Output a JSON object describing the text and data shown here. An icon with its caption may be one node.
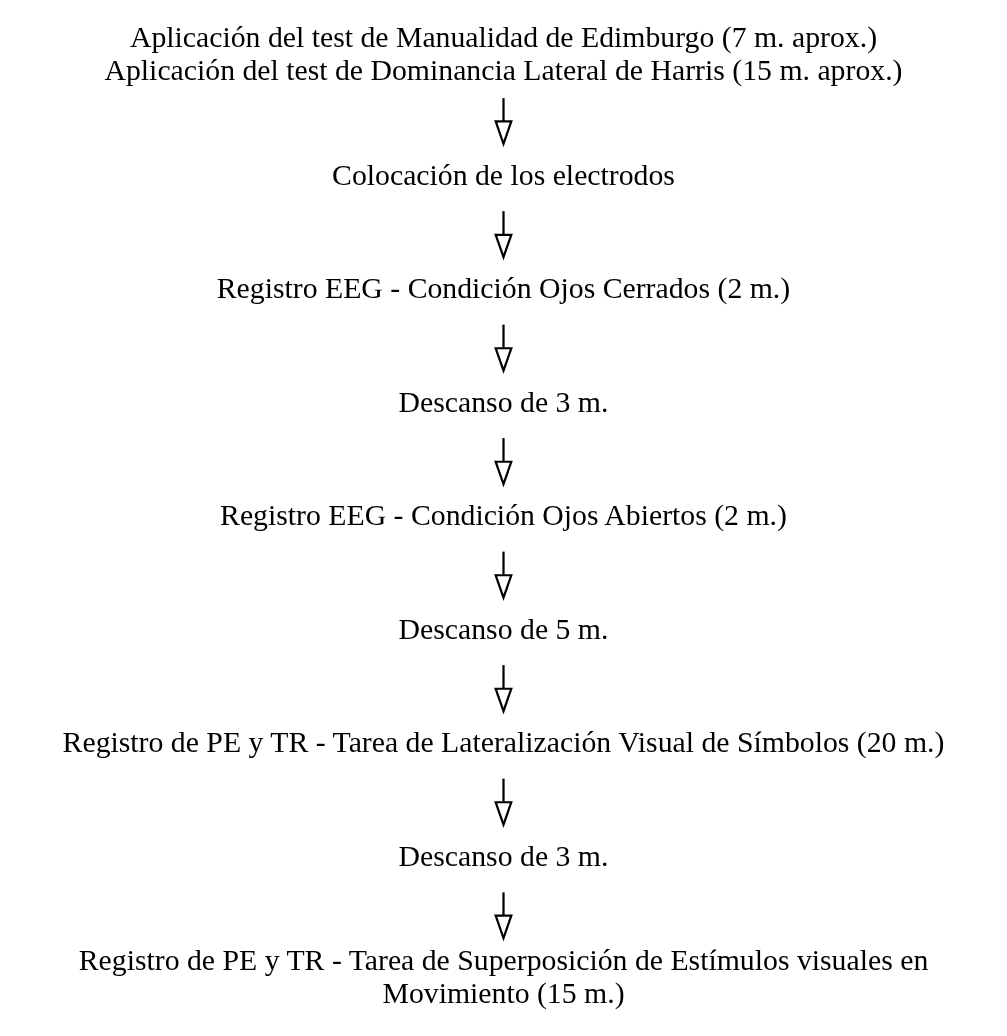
{
  "diagram": {
    "nodes": [
      {
        "text": [
          "Aplicación del test de Manualidad de Edimburgo (7 m. aprox.)",
          "Aplicación del test de Dominancia Lateral de Harris (15 m. aprox.)"
        ]
      },
      {
        "text": [
          "Colocación de los electrodos"
        ]
      },
      {
        "text": [
          "Registro EEG - Condición Ojos Cerrados (2 m.)"
        ]
      },
      {
        "text": [
          "Descanso de 3 m."
        ]
      },
      {
        "text": [
          "Registro EEG - Condición Ojos Abiertos (2 m.)"
        ]
      },
      {
        "text": [
          "Descanso de 5 m."
        ]
      },
      {
        "text": [
          "Registro de PE y TR - Tarea de Lateralización Visual de Símbolos (20 m.)"
        ]
      },
      {
        "text": [
          "Descanso de 3 m."
        ]
      },
      {
        "text": [
          "Registro de PE y TR - Tarea de Superposición de Estímulos visuales en Movimiento (15 m.)"
        ]
      }
    ],
    "edges": [
      {
        "from": 0,
        "to": 1,
        "arrow": "to"
      },
      {
        "from": 1,
        "to": 2,
        "arrow": "to"
      },
      {
        "from": 2,
        "to": 3,
        "arrow": "to"
      },
      {
        "from": 3,
        "to": 4,
        "arrow": "to"
      },
      {
        "from": 4,
        "to": 5,
        "arrow": "to"
      },
      {
        "from": 5,
        "to": 6,
        "arrow": "to"
      },
      {
        "from": 6,
        "to": 7,
        "arrow": "to"
      },
      {
        "from": 7,
        "to": 8,
        "arrow": "to"
      }
    ]
  }
}
